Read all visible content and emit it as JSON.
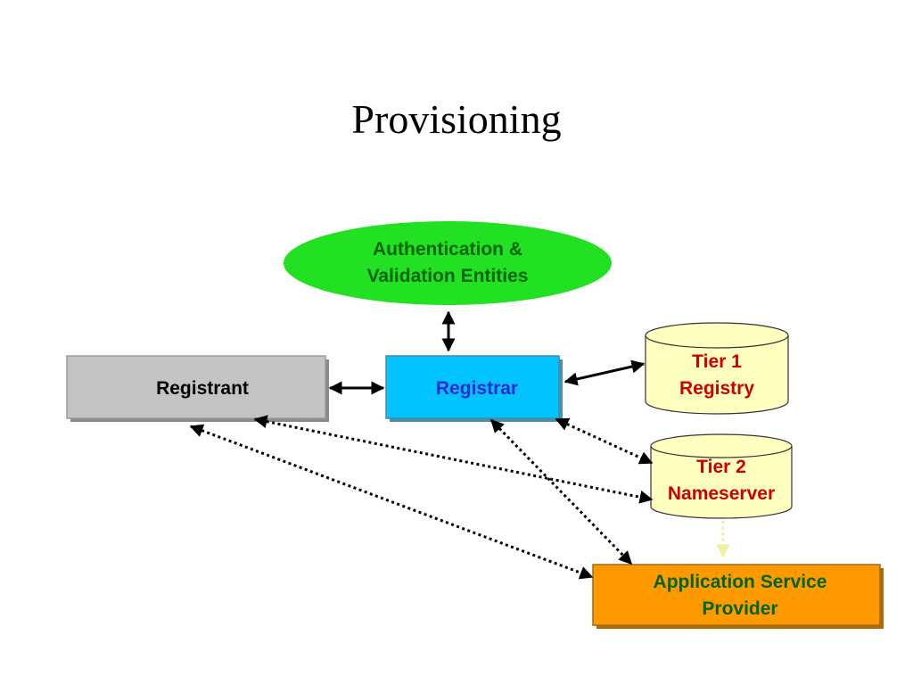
{
  "slide": {
    "title": "Provisioning"
  },
  "nodes": {
    "auth": {
      "line1": "Authentication &",
      "line2": "Validation Entities",
      "fill": "#22e122",
      "text_color": "#006400"
    },
    "registrant": {
      "label": "Registrant",
      "fill": "#c4c4c4",
      "text_color": "#000000"
    },
    "registrar": {
      "label": "Registrar",
      "fill": "#00c3ff",
      "text_color": "#2b2bd6"
    },
    "tier1": {
      "line1": "Tier 1",
      "line2": "Registry",
      "fill": "#ffffc0",
      "text_color": "#cc0000"
    },
    "tier2": {
      "line1": "Tier 2",
      "line2": "Nameserver",
      "fill": "#ffffc0",
      "text_color": "#cc0000"
    },
    "asp": {
      "line1": "Application Service",
      "line2": "Provider",
      "fill": "#ff9900",
      "text_color": "#006400"
    }
  },
  "connections": [
    {
      "from": "registrar",
      "to": "auth",
      "style": "solid",
      "direction": "both"
    },
    {
      "from": "registrant",
      "to": "registrar",
      "style": "solid",
      "direction": "both"
    },
    {
      "from": "registrar",
      "to": "tier1",
      "style": "solid",
      "direction": "both"
    },
    {
      "from": "registrar",
      "to": "tier2",
      "style": "dotted",
      "direction": "both"
    },
    {
      "from": "registrant",
      "to": "tier2",
      "style": "dotted",
      "direction": "both"
    },
    {
      "from": "registrant",
      "to": "asp",
      "style": "dotted",
      "direction": "both"
    },
    {
      "from": "registrar",
      "to": "asp",
      "style": "dotted",
      "direction": "both"
    },
    {
      "from": "tier2",
      "to": "asp",
      "style": "dotted-faint",
      "direction": "to"
    }
  ]
}
